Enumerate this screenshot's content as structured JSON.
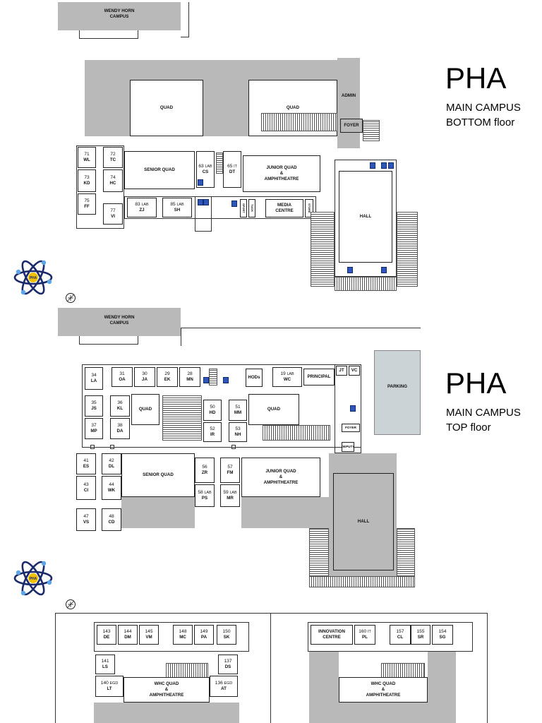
{
  "bottom_floor": {
    "title": "PHA",
    "subtitle_line1": "MAIN CAMPUS",
    "subtitle_line2": "BOTTOM floor",
    "wendy_horn_line1": "WENDY HORN",
    "wendy_horn_line2": "CAMPUS",
    "quad_left": "QUAD",
    "quad_right": "QUAD",
    "admin": "ADMIN",
    "foyer": "FOYER",
    "senior_quad": "SENIOR QUAD",
    "junior_quad_line1": "JUNIOR QUAD",
    "junior_quad_line2": "&",
    "junior_quad_line3": "AMPHITHEATRE",
    "hall": "HALL",
    "media_line1": "MEDIA",
    "media_line2": "CENTRE",
    "store": "STORE",
    "sport": "SPORT",
    "tuck": "TUCK",
    "rooms": [
      {
        "num": "71",
        "code": "WL"
      },
      {
        "num": "72",
        "code": "TC"
      },
      {
        "num": "73",
        "code": "KD"
      },
      {
        "num": "74",
        "code": "HC"
      },
      {
        "num": "75",
        "code": "FF"
      },
      {
        "num": "77",
        "code": "VI"
      },
      {
        "num": "63",
        "lab": "LAB",
        "code": "CS"
      },
      {
        "num": "65",
        "lab": "IT",
        "code": "DT"
      },
      {
        "num": "83",
        "lab": "LAB",
        "code": "ZJ"
      },
      {
        "num": "85",
        "lab": "LAB",
        "code": "SH"
      }
    ]
  },
  "top_floor": {
    "title": "PHA",
    "subtitle_line1": "MAIN CAMPUS",
    "subtitle_line2": "TOP floor",
    "wendy_horn_line1": "WENDY HORN",
    "wendy_horn_line2": "CAMPUS",
    "parking": "PARKING",
    "quad_left": "QUAD",
    "quad_right": "QUAD",
    "senior_quad": "SENIOR QUAD",
    "junior_quad_line1": "JUNIOR QUAD",
    "junior_quad_line2": "&",
    "junior_quad_line3": "AMPHITHEATRE",
    "hall": "HALL",
    "hods": "HODs",
    "principal": "PRINCIPAL",
    "foyer": "FOYER",
    "deputy": "DEPUTY",
    "rooms": [
      {
        "num": "34",
        "code": "LA"
      },
      {
        "num": "31",
        "code": "OA"
      },
      {
        "num": "30",
        "code": "JA"
      },
      {
        "num": "29",
        "code": "EK"
      },
      {
        "num": "28",
        "code": "MN"
      },
      {
        "num": "19",
        "lab": "LAB",
        "code": "WC"
      },
      {
        "num": "35",
        "code": "JS"
      },
      {
        "num": "36",
        "code": "KL"
      },
      {
        "num": "37",
        "code": "MP"
      },
      {
        "num": "38",
        "code": "DA"
      },
      {
        "num": "50",
        "code": "HD"
      },
      {
        "num": "51",
        "code": "MM"
      },
      {
        "num": "52",
        "code": "IR"
      },
      {
        "num": "53",
        "code": "NH"
      },
      {
        "num": "41",
        "code": "ES"
      },
      {
        "num": "42",
        "code": "DL"
      },
      {
        "num": "43",
        "code": "CI"
      },
      {
        "num": "44",
        "code": "WK"
      },
      {
        "num": "47",
        "code": "VS"
      },
      {
        "num": "48",
        "code": "CD"
      },
      {
        "num": "56",
        "code": "ZR"
      },
      {
        "num": "57",
        "code": "FM"
      },
      {
        "num": "58",
        "lab": "LAB",
        "code": "PS"
      },
      {
        "num": "59",
        "lab": "LAB",
        "code": "MR"
      },
      {
        "code": "JT"
      },
      {
        "code": "VC"
      }
    ]
  },
  "whc_left": {
    "whc_quad_line1": "WHC QUAD",
    "whc_quad_line2": "&",
    "whc_quad_line3": "AMPHITHEATRE",
    "rooms": [
      {
        "num": "143",
        "code": "DE"
      },
      {
        "num": "144",
        "code": "DM"
      },
      {
        "num": "145",
        "code": "VM"
      },
      {
        "num": "148",
        "code": "MC"
      },
      {
        "num": "149",
        "code": "PA"
      },
      {
        "num": "150",
        "code": "SK"
      },
      {
        "num": "141",
        "code": "LS"
      },
      {
        "num": "137",
        "code": "DS"
      },
      {
        "num": "140",
        "lab": "EGD",
        "code": "LT"
      },
      {
        "num": "136",
        "lab": "EGD",
        "code": "AT"
      }
    ]
  },
  "whc_right": {
    "innovation_line1": "INNOVATION",
    "innovation_line2": "CENTRE",
    "whc_quad_line1": "WHC QUAD",
    "whc_quad_line2": "&",
    "whc_quad_line3": "AMPHITHEATRE",
    "rooms": [
      {
        "num": "160",
        "lab": "IT",
        "code": "PL"
      },
      {
        "num": "157",
        "code": "CL"
      },
      {
        "num": "155",
        "code": "SR"
      },
      {
        "num": "154",
        "code": "SG"
      }
    ]
  },
  "logo": {
    "text": "PHA",
    "colors": {
      "orbit": "#1b2a6b",
      "nucleus": "#f2c200",
      "electron": "#5aa6e8"
    }
  },
  "colors": {
    "building_grey": "#b9b9b9",
    "parking_fill": "#cbd3d6",
    "wc_blue": "#2d56b8"
  }
}
